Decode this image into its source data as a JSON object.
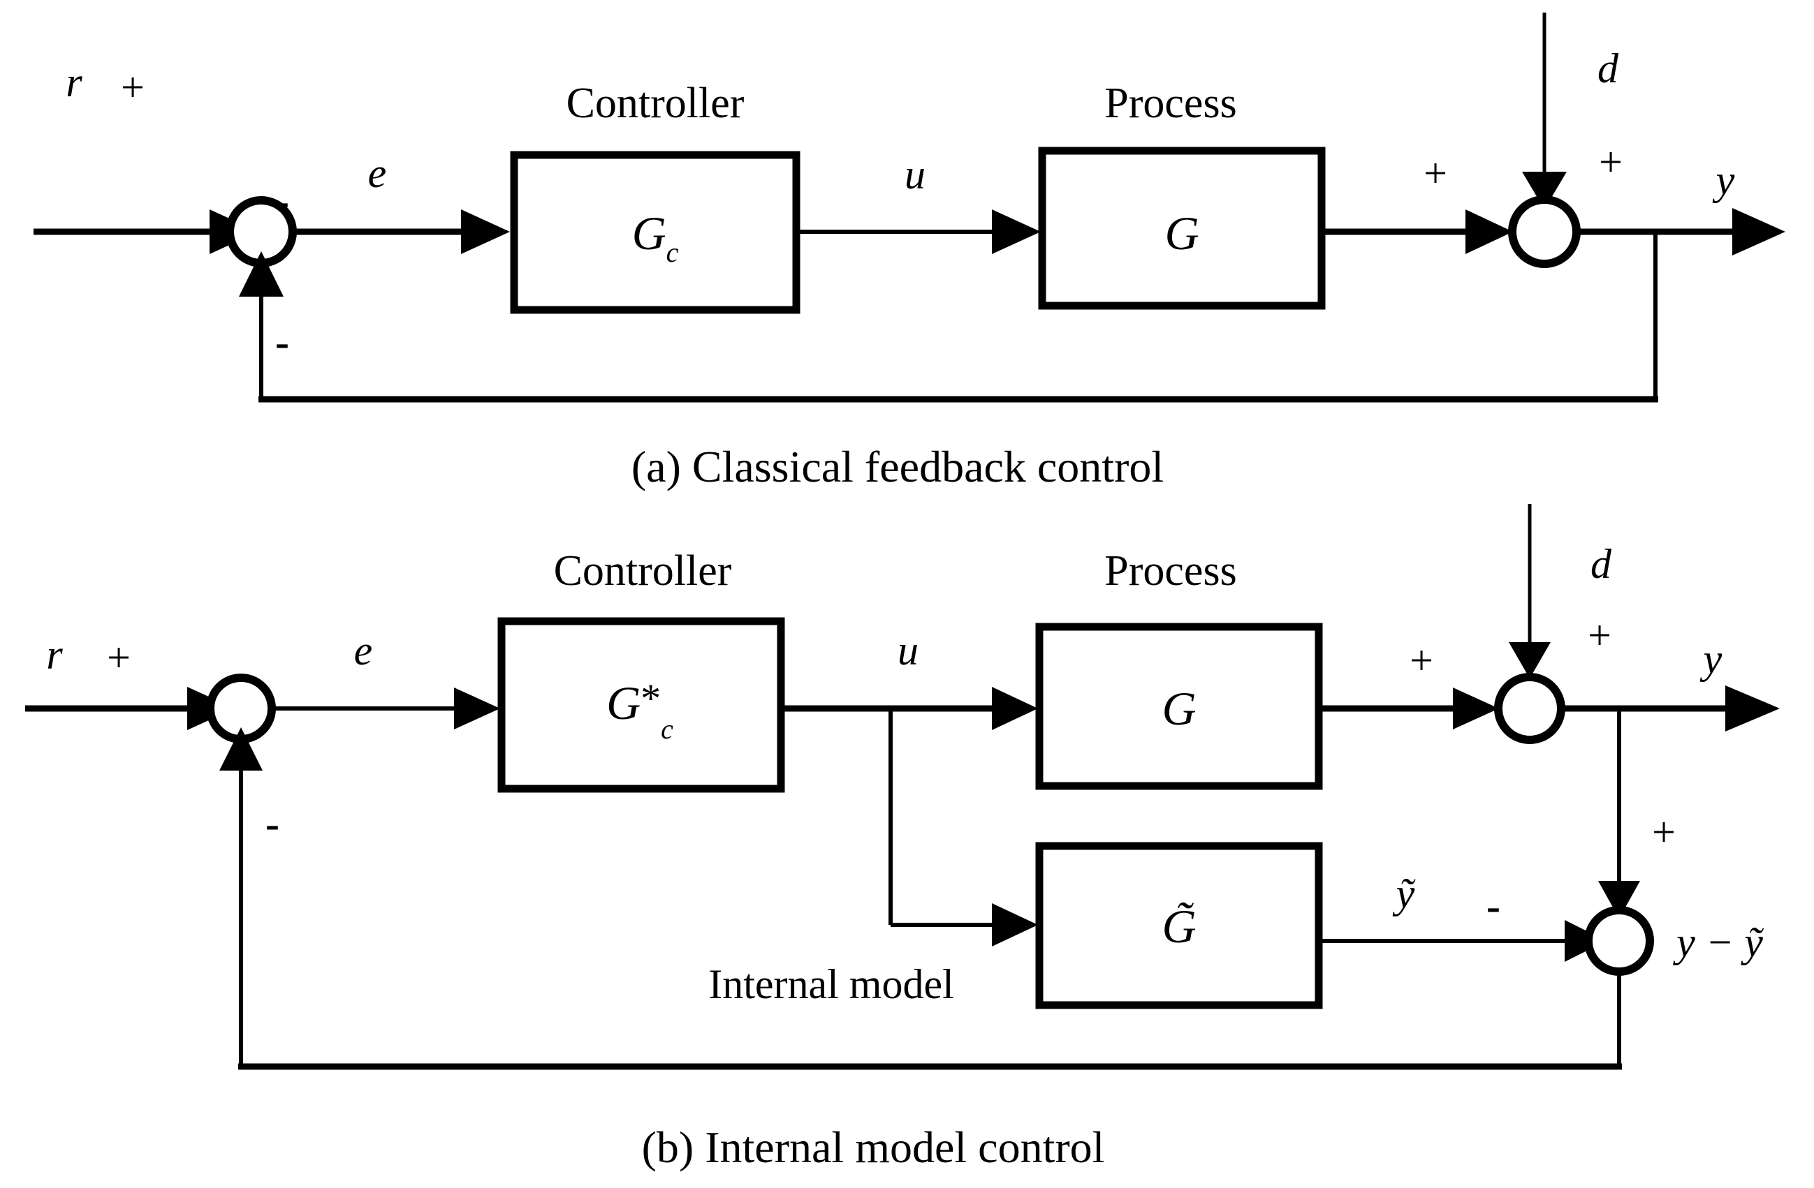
{
  "figure": {
    "title": "Block diagrams: classical feedback control versus internal model control",
    "background_color": "#ffffff",
    "line_color": "#000000"
  },
  "panel_a": {
    "caption": "(a)   Classical feedback control",
    "headings": {
      "controller": "Controller",
      "process": "Process"
    },
    "blocks": [
      {
        "name": "controller-block",
        "label_base": "G",
        "label_sub": "c",
        "label_full": "Gc"
      },
      {
        "name": "process-block",
        "label_base": "G",
        "label_sub": "",
        "label_full": "G"
      }
    ],
    "signals": {
      "reference": "r",
      "error": "e",
      "control": "u",
      "disturbance": "d",
      "output": "y"
    },
    "signs": {
      "reference_sign": "+",
      "feedback_sign": "-",
      "process_out_sign": "+",
      "disturbance_sign": "+"
    }
  },
  "panel_b": {
    "caption": "(b)   Internal model control",
    "headings": {
      "controller": "Controller",
      "process": "Process",
      "internal_model": "Internal model"
    },
    "blocks": [
      {
        "name": "imc-controller-block",
        "label_base": "G",
        "label_star": "*",
        "label_sub": "c",
        "label_full": "G*c"
      },
      {
        "name": "process-block",
        "label_base": "G",
        "label_sub": "",
        "label_full": "G"
      },
      {
        "name": "internal-model-block",
        "label_base": "G",
        "label_accent": "tilde",
        "label_full": "G̃"
      }
    ],
    "signals": {
      "reference": "r",
      "error": "e",
      "control": "u",
      "disturbance": "d",
      "output": "y",
      "model_output": "ỹ",
      "mismatch": "y − ỹ"
    },
    "signs": {
      "reference_sign": "+",
      "feedback_sign": "-",
      "process_out_sign": "+",
      "disturbance_sign": "+",
      "mismatch_plus": "+",
      "model_output_sign": "-"
    }
  }
}
